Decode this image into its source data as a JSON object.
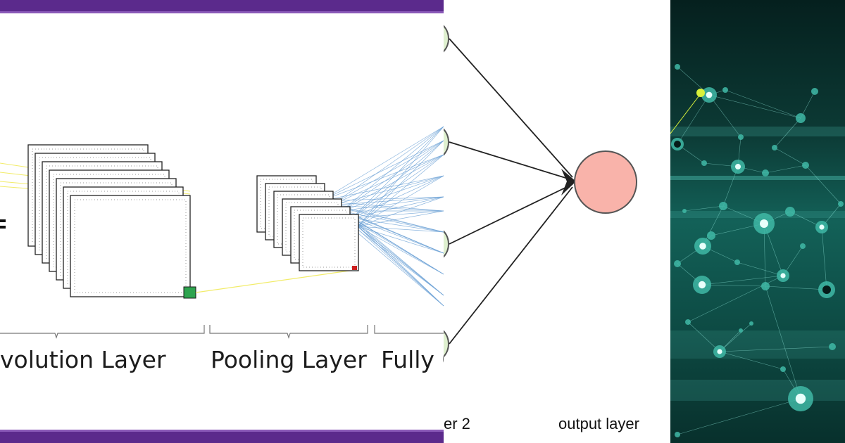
{
  "cnn_diagram": {
    "labels": {
      "convolution": "volution Layer",
      "pooling": "Pooling Layer",
      "fully_connected": "Fully C"
    },
    "colors": {
      "frame": "#5b2a8c",
      "yellow_lines": "#f2ec6a",
      "blue_lines": "#6fa3d6",
      "kernel_green": "#2ea44f",
      "kernel_red": "#cc1f1f"
    }
  },
  "nn_diagram": {
    "labels": {
      "hidden": "er 2",
      "output": "output layer"
    },
    "colors": {
      "output_node": "#f9b3aa",
      "hidden_node": "#dff0cf"
    }
  },
  "network_image": {
    "colors": {
      "background": "#0a2a27",
      "node": "#3fb8a6",
      "highlight": "#d8f03a"
    }
  }
}
